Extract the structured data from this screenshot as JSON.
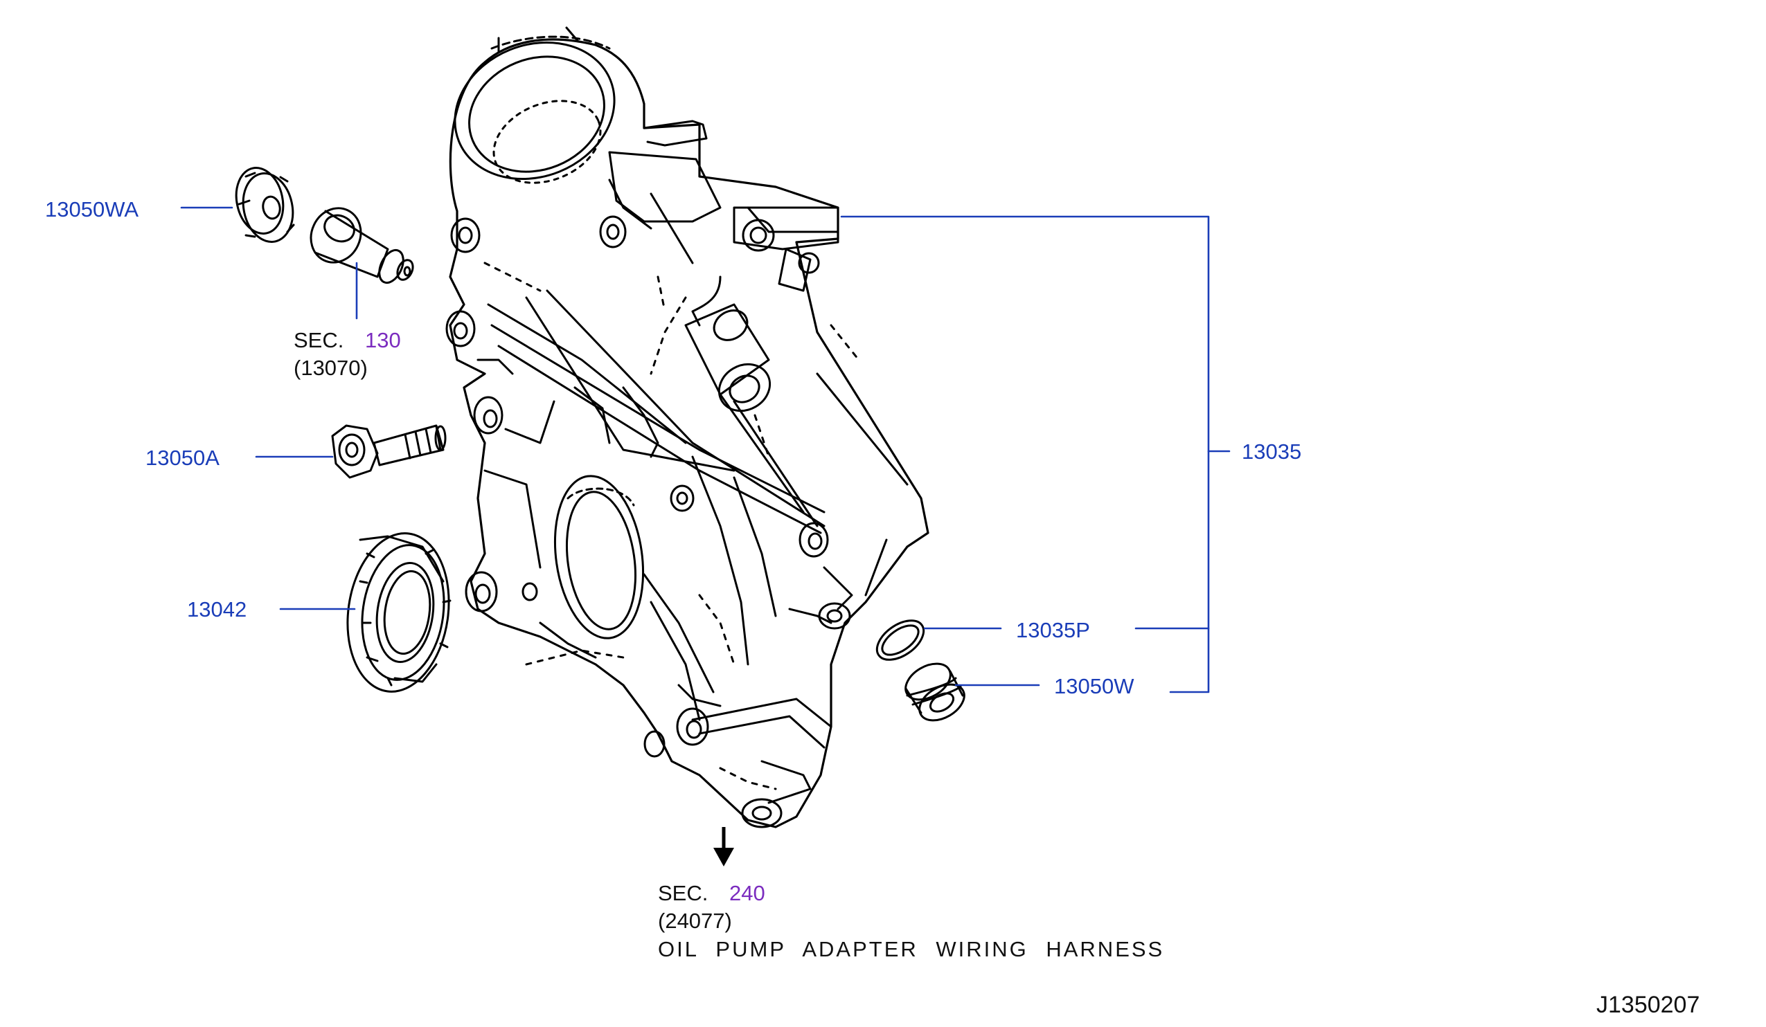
{
  "colors": {
    "callout": "#1a3db8",
    "section_ref": "#7b2cbf",
    "linework": "#000000",
    "text": "#111111"
  },
  "callouts": [
    {
      "id": "13050WA",
      "label": "13050WA"
    },
    {
      "id": "13050A",
      "label": "13050A"
    },
    {
      "id": "13042",
      "label": "13042"
    },
    {
      "id": "13035",
      "label": "13035"
    },
    {
      "id": "13035P",
      "label": "13035P"
    },
    {
      "id": "13050W",
      "label": "13050W"
    }
  ],
  "section_refs": [
    {
      "prefix": "SEC.",
      "code": "130",
      "part": "(13070)"
    },
    {
      "prefix": "SEC.",
      "code": "240",
      "part": "(24077)",
      "description": "OIL  PUMP  ADAPTER  WIRING  HARNESS"
    }
  ],
  "diagram_id": "J1350207",
  "icons": [
    "down-arrow-icon"
  ]
}
